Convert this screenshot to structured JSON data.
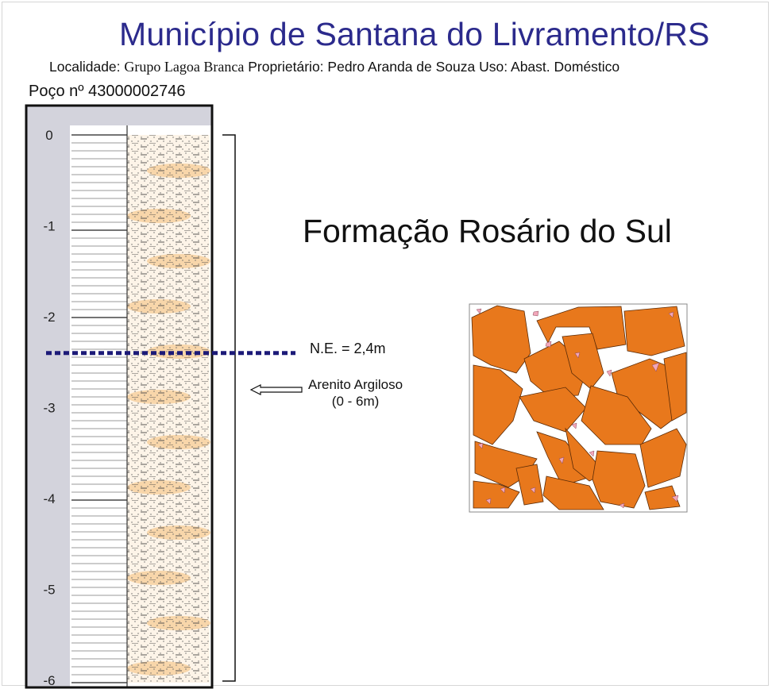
{
  "title": "Município de Santana do Livramento/RS",
  "subtitle": {
    "localidade_label": "Localidade:",
    "localidade_value": "Grupo Lagoa Branca",
    "proprietario_label": "Proprietário:",
    "proprietario_value": "Pedro Aranda de Souza",
    "uso_label": "Uso:",
    "uso_value": "Abast. Doméstico"
  },
  "well_id": "Poço nº 43000002746",
  "formation_name": "Formação Rosário do Sul",
  "depth_axis": {
    "ticks": [
      "0",
      "-1",
      "-2",
      "-3",
      "-4",
      "-5",
      "-6"
    ],
    "range_m": [
      0,
      -6
    ]
  },
  "water_level": {
    "label": "N.E. = 2,4m",
    "depth_m": 2.4
  },
  "lithology": {
    "name": "Arenito Argiloso",
    "interval": "(0 - 6m)",
    "from_m": 0,
    "to_m": 6
  },
  "colors": {
    "title": "#2b2a8c",
    "water_level_line": "#1c1a78",
    "sandstone_fill": "#fdf4e8",
    "clay_patch": "#f5cc95",
    "clast_orange": "#e8781c",
    "pink_grain": "#f2a6b9",
    "column_background": "#d3d3dc"
  }
}
